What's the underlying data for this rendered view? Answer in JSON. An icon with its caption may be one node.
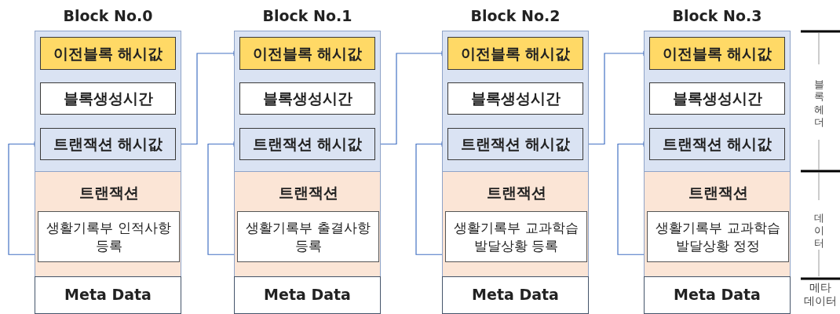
{
  "diagram": {
    "nodes": [
      {
        "text": [
          "Block No.0"
        ]
      },
      {
        "text": [],
        "shape": "box",
        "in": 0
      },
      {
        "text": [
          "이전블록 해시값"
        ],
        "in": 1
      },
      {
        "text": [
          "블록생성시간"
        ],
        "in": 1
      },
      {
        "text": [
          "트랜잭션 해시값"
        ],
        "in": 1
      },
      {
        "text": [
          "트랜잭션"
        ],
        "in": 0
      },
      {
        "text": [
          "생활기록부 인적사항 등록"
        ],
        "in": 5
      },
      {
        "text": [
          "Meta Data"
        ],
        "in": 0
      },
      {
        "text": [
          "Block No.1"
        ]
      },
      {
        "text": [],
        "shape": "box",
        "in": 8
      },
      {
        "text": [
          "이전블록 해시값"
        ],
        "in": 9
      },
      {
        "text": [
          "블록생성시간"
        ],
        "in": 9
      },
      {
        "text": [
          "트랜잭션 해시값"
        ],
        "in": 9
      },
      {
        "text": [
          "트랜잭션"
        ],
        "in": 8
      },
      {
        "text": [
          "생활기록부 출결사항 등록"
        ],
        "in": 13
      },
      {
        "text": [
          "Meta Data"
        ],
        "in": 8
      },
      {
        "text": [
          "Block No.2"
        ]
      },
      {
        "text": [],
        "shape": "box",
        "in": 16
      },
      {
        "text": [
          "이전블록 해시값"
        ],
        "in": 17
      },
      {
        "text": [
          "블록생성시간"
        ],
        "in": 17
      },
      {
        "text": [
          "트랜잭션 해시값"
        ],
        "in": 17
      },
      {
        "text": [
          "트랜잭션"
        ],
        "in": 16
      },
      {
        "text": [
          "생활기록부 교과학습 발달상황 등록"
        ],
        "in": 21
      },
      {
        "text": [
          "Meta Data"
        ],
        "in": 16
      },
      {
        "text": [
          "Block No.3"
        ]
      },
      {
        "text": [],
        "shape": "box",
        "in": 24
      },
      {
        "text": [
          "이전블록 해시값"
        ],
        "in": 25
      },
      {
        "text": [
          "블록생성시간"
        ],
        "in": 25
      },
      {
        "text": [
          "트랜잭션 해시값"
        ],
        "in": 25
      },
      {
        "text": [
          "트랜잭션"
        ],
        "in": 24
      },
      {
        "text": [
          "생활기록부 교과학습 발달상황 정정"
        ],
        "in": 29
      },
      {
        "text": [
          "Meta Data"
        ],
        "in": 24
      }
    ],
    "edges": [
      {
        "from": 6,
        "to": 4,
        "arrow": "to"
      },
      {
        "from": 4,
        "to": 10,
        "arrow": "to"
      },
      {
        "from": 14,
        "to": 12,
        "arrow": "to"
      },
      {
        "from": 12,
        "to": 18,
        "arrow": "to"
      },
      {
        "from": 22,
        "to": 20,
        "arrow": "to"
      },
      {
        "from": 20,
        "to": 26,
        "arrow": "to"
      },
      {
        "from": 30,
        "to": 28,
        "arrow": "to"
      }
    ],
    "labels": [
      "블록헤더",
      "데이터",
      "메타 데이터"
    ]
  }
}
